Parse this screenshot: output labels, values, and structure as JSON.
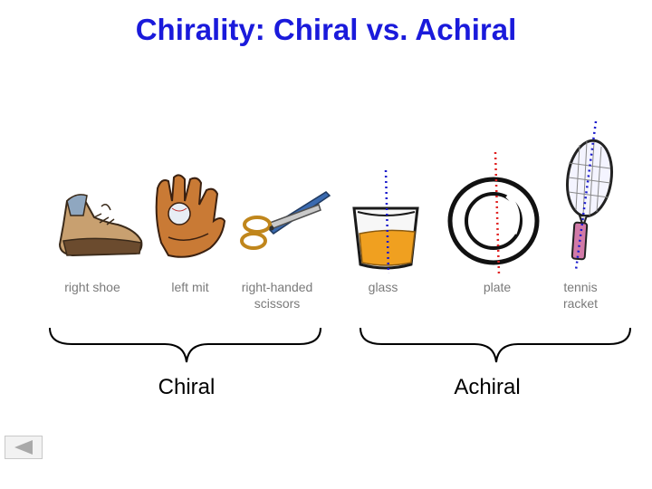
{
  "slide": {
    "title": "Chirality:  Chiral vs. Achiral",
    "objects": [
      {
        "id": "right-shoe",
        "label": "right shoe",
        "icon": "shoe-icon"
      },
      {
        "id": "left-mit",
        "label": "left mit",
        "icon": "baseball-glove-icon"
      },
      {
        "id": "scissors",
        "label_line1": "right-handed",
        "label_line2": "scissors",
        "icon": "scissors-icon"
      },
      {
        "id": "glass",
        "label": "glass",
        "icon": "glass-icon"
      },
      {
        "id": "plate",
        "label": "plate",
        "icon": "plate-icon"
      },
      {
        "id": "racket",
        "label_line1": "tennis",
        "label_line2": "racket",
        "icon": "tennis-racket-icon"
      }
    ],
    "groups": {
      "chiral": "Chiral",
      "achiral": "Achiral"
    },
    "symmetry_line_colors": [
      "#1a1acc",
      "#e02020"
    ],
    "nav": {
      "icon": "back-arrow-icon"
    }
  }
}
